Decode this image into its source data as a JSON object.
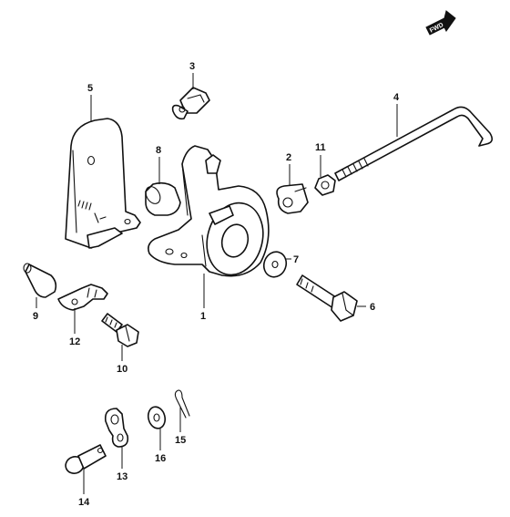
{
  "fwd_badge": {
    "label": "FWD"
  },
  "callouts": {
    "p1": "1",
    "p2": "2",
    "p3": "3",
    "p4": "4",
    "p5": "5",
    "p6": "6",
    "p7": "7",
    "p8": "8",
    "p9": "9",
    "p10": "10",
    "p11": "11",
    "p12": "12",
    "p13": "13",
    "p14": "14",
    "p15": "15",
    "p16": "16"
  }
}
